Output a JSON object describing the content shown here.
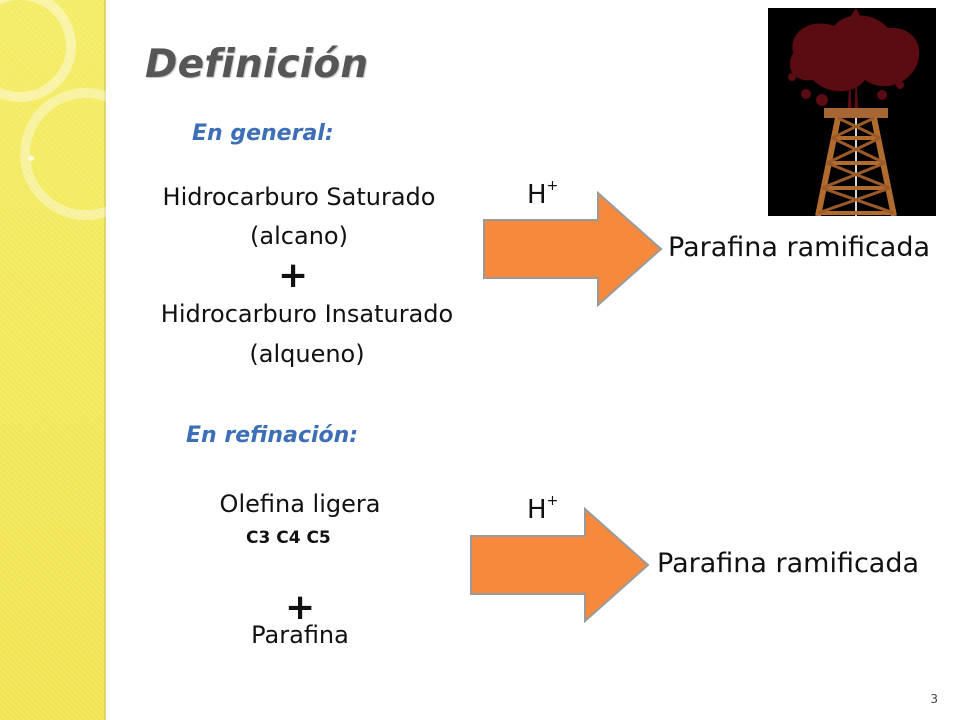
{
  "slide": {
    "title": "Definición",
    "page_number": "3",
    "colors": {
      "sidebar": "#f2e95a",
      "title": "#565656",
      "section_label": "#3d6fb6",
      "arrow_fill": "#f7893c",
      "arrow_stroke": "#9a9a9a",
      "photo_bg": "#000000",
      "oil": "#5b0b12",
      "tower": "#b26b2e"
    },
    "general": {
      "label": "En general:",
      "reactant_1_line_1": "Hidrocarburo Saturado",
      "reactant_1_line_2": "(alcano)",
      "plus": "+",
      "reactant_2_line_1": "Hidrocarburo Insaturado",
      "reactant_2_line_2": "(alqueno)",
      "catalyst_base": "H",
      "catalyst_sup": "+",
      "product": "Parafina ramificada"
    },
    "refining": {
      "label": "En refinación:",
      "reactant_1": "Olefina ligera",
      "reactant_1_detail": "C3 C4 C5",
      "plus": "+",
      "reactant_2": "Parafina",
      "catalyst_base": "H",
      "catalyst_sup": "+",
      "product": "Parafina ramificada"
    },
    "image": {
      "icon": "oil-derrick-icon"
    }
  }
}
